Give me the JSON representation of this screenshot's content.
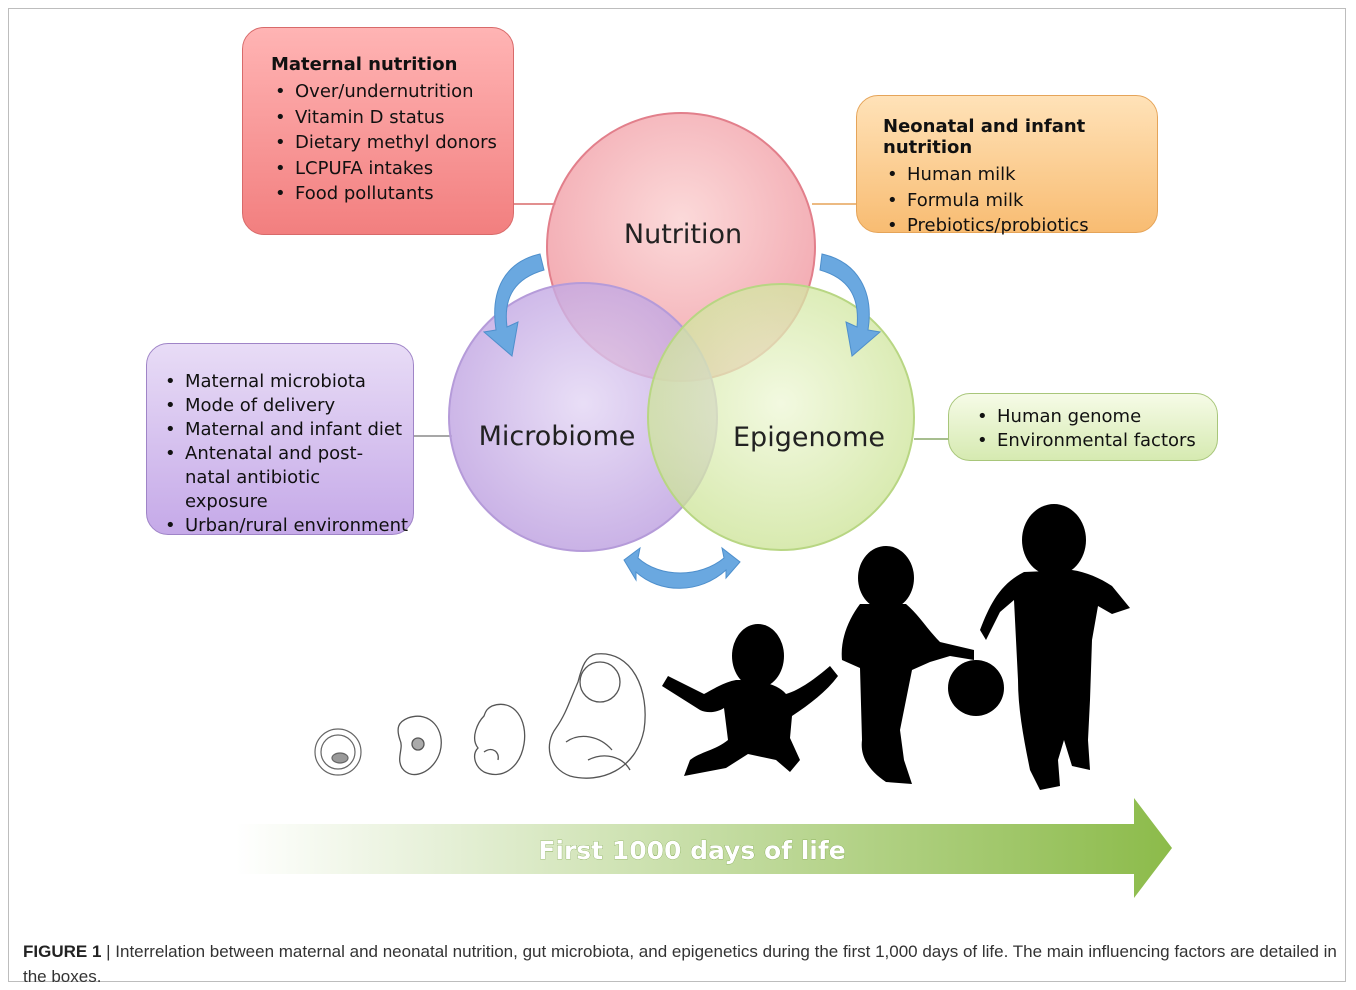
{
  "diagram": {
    "circles": {
      "nutrition": "Nutrition",
      "microbiome": "Microbiome",
      "epigenome": "Epigenome"
    },
    "boxes": {
      "maternal_nutrition": {
        "title": "Maternal nutrition",
        "items": [
          "Over/undernutrition",
          "Vitamin D status",
          "Dietary methyl donors",
          "LCPUFA intakes",
          "Food pollutants"
        ]
      },
      "neonatal_nutrition": {
        "title": "Neonatal and infant nutrition",
        "items": [
          "Human milk",
          "Formula milk",
          "Prebiotics/probiotics"
        ]
      },
      "microbiome_factors": {
        "items": [
          "Maternal microbiota",
          "Mode of delivery",
          "Maternal and infant diet",
          "Antenatal and post-natal antibiotic exposure",
          "Urban/rural environment"
        ]
      },
      "epigenome_factors": {
        "items": [
          "Human genome",
          "Environmental factors"
        ]
      }
    },
    "timeline_label": "First 1000 days of life"
  },
  "caption": {
    "label": "FIGURE 1",
    "text": " | Interrelation between maternal and neonatal nutrition, gut microbiota, and epigenetics during the first 1,000 days of life. The main influencing factors are detailed in the boxes."
  },
  "colors": {
    "nutrition": "#f4a0a8",
    "microbiome": "#c9b2e4",
    "epigenome": "#d2e7a6",
    "arrow": "#6aa8e0",
    "timeline": "#8cbb4a"
  }
}
